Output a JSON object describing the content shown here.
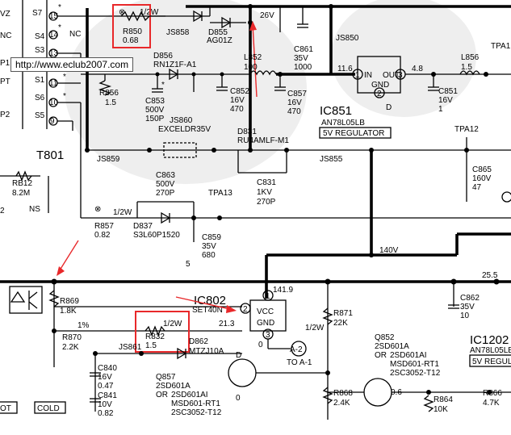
{
  "url_overlay": "http://www.eclub2007.com",
  "transformer": {
    "name": "T801",
    "pins": [
      "S7",
      "S4",
      "S3",
      "S1",
      "S6",
      "S5"
    ],
    "pin_numbers": [
      "15",
      "14",
      "13",
      "11",
      "10",
      "9"
    ],
    "left_labels": [
      "VZ",
      "NC",
      "P1",
      "PT",
      "P2"
    ],
    "nc_label": "NC"
  },
  "parts": {
    "r850": {
      "name": "R850",
      "value": "0.68",
      "power": "1/2W"
    },
    "js858": "JS858",
    "d855": {
      "name": "D855",
      "value": "AG01Z"
    },
    "v26": "26V",
    "d856": {
      "name": "D856",
      "value": "RN1Z1F-A1"
    },
    "r856": {
      "name": "R856",
      "value": "1.5"
    },
    "c853": {
      "name": "C853",
      "v": "500V",
      "c": "150P"
    },
    "l852": {
      "name": "L852",
      "value": "100"
    },
    "c852": {
      "name": "C852",
      "v": "16V",
      "c": "470"
    },
    "c857": {
      "name": "C857",
      "v": "16V",
      "c": "470"
    },
    "c861": {
      "name": "C861",
      "v": "35V",
      "c": "1000"
    },
    "js850": "JS850",
    "ic851": {
      "name": "IC851",
      "part": "AN78L05LB",
      "desc": "5V REGULATOR",
      "in_label": "IN",
      "out_label": "OUT",
      "gnd_label": "GND",
      "v_in": "11.6",
      "v_out": "4.8",
      "pin1": "1",
      "pin2": "2",
      "pin3": "3",
      "d": "D"
    },
    "l856": {
      "name": "L856",
      "value": "1.5"
    },
    "c851": {
      "name": "C851",
      "v": "16V",
      "c": "1"
    },
    "tpa1": "TPA1",
    "js860": {
      "name": "JS860",
      "value": "EXCELDR35V"
    },
    "d831": {
      "name": "D831",
      "value": "RU4AMLF-M1"
    },
    "js859": "JS859",
    "js855": "JS855",
    "c831": {
      "name": "C831",
      "v": "1KV",
      "c": "270P"
    },
    "tpa12": "TPA12",
    "c865": {
      "name": "C865",
      "v": "160V",
      "c": "47"
    },
    "rb12": {
      "name": "RB12",
      "value": "8.2M"
    },
    "ns": "NS",
    "digit2": "2",
    "c863": {
      "name": "C863",
      "v": "500V",
      "c": "270P"
    },
    "tpa13": "TPA13",
    "r857": {
      "name": "R857",
      "value": "0.82",
      "power": "1/2W"
    },
    "d837": {
      "name": "D837",
      "value": "S3L60P1520"
    },
    "c859": {
      "name": "C859",
      "v": "35V",
      "c": "680"
    },
    "s5": "5",
    "v140": "140V",
    "ic802": {
      "name": "IC802",
      "part": "SET40N",
      "vcc": "VCC",
      "gnd": "GND",
      "v141": "141.9",
      "v213": "21.3",
      "pin2": "2",
      "pin1": "1",
      "pin3": "3",
      "z0": "0"
    },
    "r869": {
      "name": "R869",
      "value": "1.8K"
    },
    "r870": {
      "name": "R870",
      "value": "2.2K",
      "tol": "1%"
    },
    "r832": {
      "name": "R832",
      "value": "1.5",
      "power": "1/2W"
    },
    "d862": {
      "name": "D862",
      "value": "MTZJ10A"
    },
    "js861": "JS861",
    "r871": {
      "name": "R871",
      "value": "22K",
      "power": "1/2W"
    },
    "a2": "A-2",
    "to_a1": "TO A-1",
    "q852": {
      "name": "Q852",
      "p1": "2SD601A",
      "or": "OR",
      "p2": "2SD601AI",
      "p3": "MSD601-RT1",
      "p4": "2SC3052-T12"
    },
    "q857": {
      "name": "Q857",
      "p1": "2SD601A",
      "or": "OR",
      "p2": "2SD601AI",
      "p3": "MSD601-RT1",
      "p4": "2SC3052-T12"
    },
    "c840": {
      "name": "C840",
      "v": "16V",
      "c": "0.47"
    },
    "c841": {
      "name": "C841",
      "v": "10V",
      "c": "0.82"
    },
    "d_lbl": "D",
    "zero": "0",
    "r868": {
      "name": "R868",
      "value": "2.4K"
    },
    "r864": {
      "name": "R864",
      "value": "10K"
    },
    "r866": {
      "name": "R866",
      "value": "4.7K"
    },
    "c862": {
      "name": "C862",
      "v": "35V",
      "c": "10"
    },
    "v255": "25.5",
    "v06": "0.6",
    "ic1202": {
      "name": "IC1202",
      "part": "AN78L05LB",
      "desc": "5V REGUL"
    },
    "hot": "OT",
    "cold": "COLD"
  }
}
